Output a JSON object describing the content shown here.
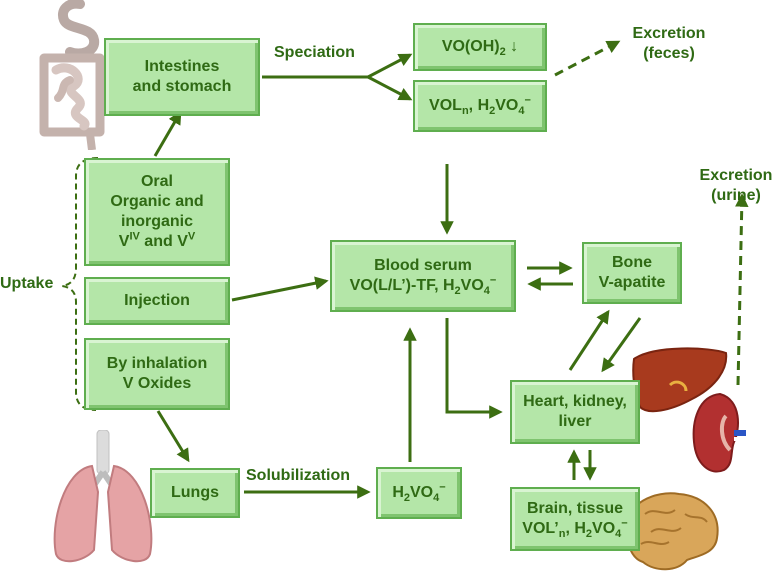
{
  "colors": {
    "box_fill": "#b4e6a8",
    "box_border": "#5fae4f",
    "text": "#2f6a14",
    "arrow": "#3c6e12"
  },
  "icons": [
    "intestines-image",
    "lungs-image",
    "liver-image",
    "kidney-image",
    "brain-image"
  ],
  "labels": {
    "speciation": "Speciation",
    "solubilization": "Solubilization",
    "uptake": "Uptake",
    "excretion_feces_1": "Excretion",
    "excretion_feces_2": "(feces)",
    "excretion_urine_1": "Excretion",
    "excretion_urine_2": "(urine)"
  },
  "boxes": {
    "intestines": [
      "Intestines",
      "and stomach"
    ],
    "vooh2": {
      "main": "VO(OH)",
      "sub": "2",
      "tail": " ↓"
    },
    "voln": {
      "a": "VOL",
      "a_sub": "n",
      "b": ", H",
      "b_sub": "2",
      "c": "VO",
      "c_sub": "4",
      "c_sup": "−"
    },
    "oral": {
      "l1": "Oral",
      "l2": "Organic and",
      "l3": "inorganic",
      "v4_base": "V",
      "v4_sup": "IV",
      "and": " and V",
      "v5_sup": "V"
    },
    "injection": "Injection",
    "inhalation": [
      "By inhalation",
      "V Oxides"
    ],
    "blood": {
      "l1": "Blood serum",
      "l2a": "VO(L/L’)-TF, H",
      "l2_sub": "2",
      "l2b": "VO",
      "l2_sub2": "4",
      "l2_sup": "−"
    },
    "bone": [
      "Bone",
      "V-apatite"
    ],
    "heart": [
      "Heart, kidney,",
      "liver"
    ],
    "lungs": "Lungs",
    "h2vo4": {
      "a": "H",
      "a_sub": "2",
      "b": "VO",
      "b_sub": "4",
      "b_sup": "−"
    },
    "brain": {
      "l1": "Brain, tissue",
      "a": "VOL’",
      "a_sub": "n",
      "b": ", H",
      "b_sub": "2",
      "c": "VO",
      "c_sub": "4",
      "c_sup": "−"
    }
  }
}
